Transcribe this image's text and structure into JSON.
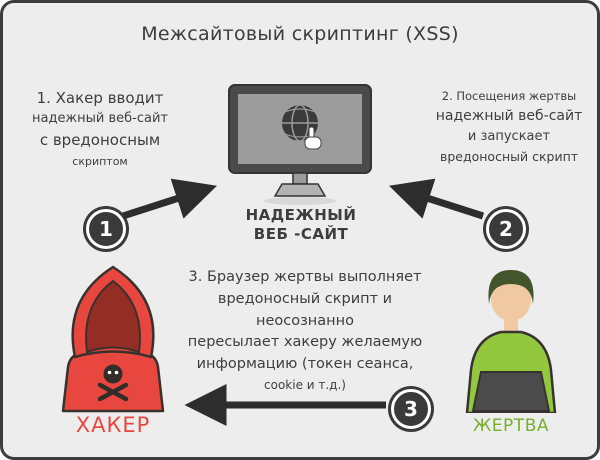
{
  "title": "Межсайтовый скриптинг (XSS)",
  "colors": {
    "background": "#ededed",
    "border_dark": "#3c3c3c",
    "hacker_red": "#e8473f",
    "victim_green": "#76b02e",
    "circle_dark": "#3a3a3a",
    "monitor_frame": "#4a4a4a",
    "monitor_screen": "#9c9c9c"
  },
  "step1": {
    "number": "1",
    "lines": [
      "1. Хакер вводит",
      "надежный веб-сайт",
      "с вредоносным",
      "скриптом"
    ]
  },
  "step2": {
    "number": "2",
    "lines": [
      "2. Посещения жертвы",
      "надежный веб-сайт",
      "и запускает",
      "вредоносный скрипт"
    ]
  },
  "step3": {
    "number": "3",
    "lines": [
      "3. Браузер жертвы выполняет",
      "вредоносный скрипт и неосознанно",
      "пересылает хакеру желаемую",
      "информацию (токен сеанса,",
      "cookie и т.д.)"
    ]
  },
  "website": {
    "label_line1": "НАДЕЖНЫЙ",
    "label_line2": "ВЕБ -САЙТ"
  },
  "actors": {
    "hacker": "ХАКЕР",
    "victim": "ЖЕРТВА"
  }
}
